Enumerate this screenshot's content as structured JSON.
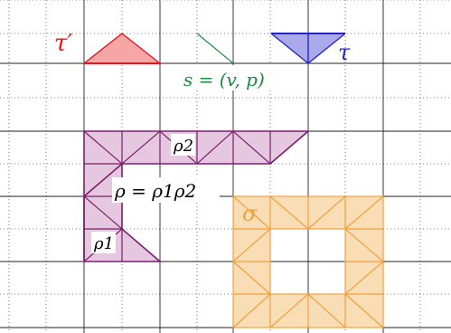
{
  "colors": {
    "red": "#e8141c",
    "red_fill": "#f7a6a6",
    "blue": "#2323c8",
    "blue_fill": "#aaaaea",
    "green": "#1a8a3c",
    "purple": "#7a1f6e",
    "purple_fill": "#dcb4d6",
    "orange": "#f0a040",
    "orange_fill": "#f8d8a8"
  },
  "labels": {
    "tau_prime": "τ′",
    "tau": "τ",
    "s_eq": "s = (v, p)",
    "rho2": "ρ2",
    "rho_eq": "ρ = ρ1ρ2",
    "rho1": "ρ1",
    "sigma": "σ"
  }
}
